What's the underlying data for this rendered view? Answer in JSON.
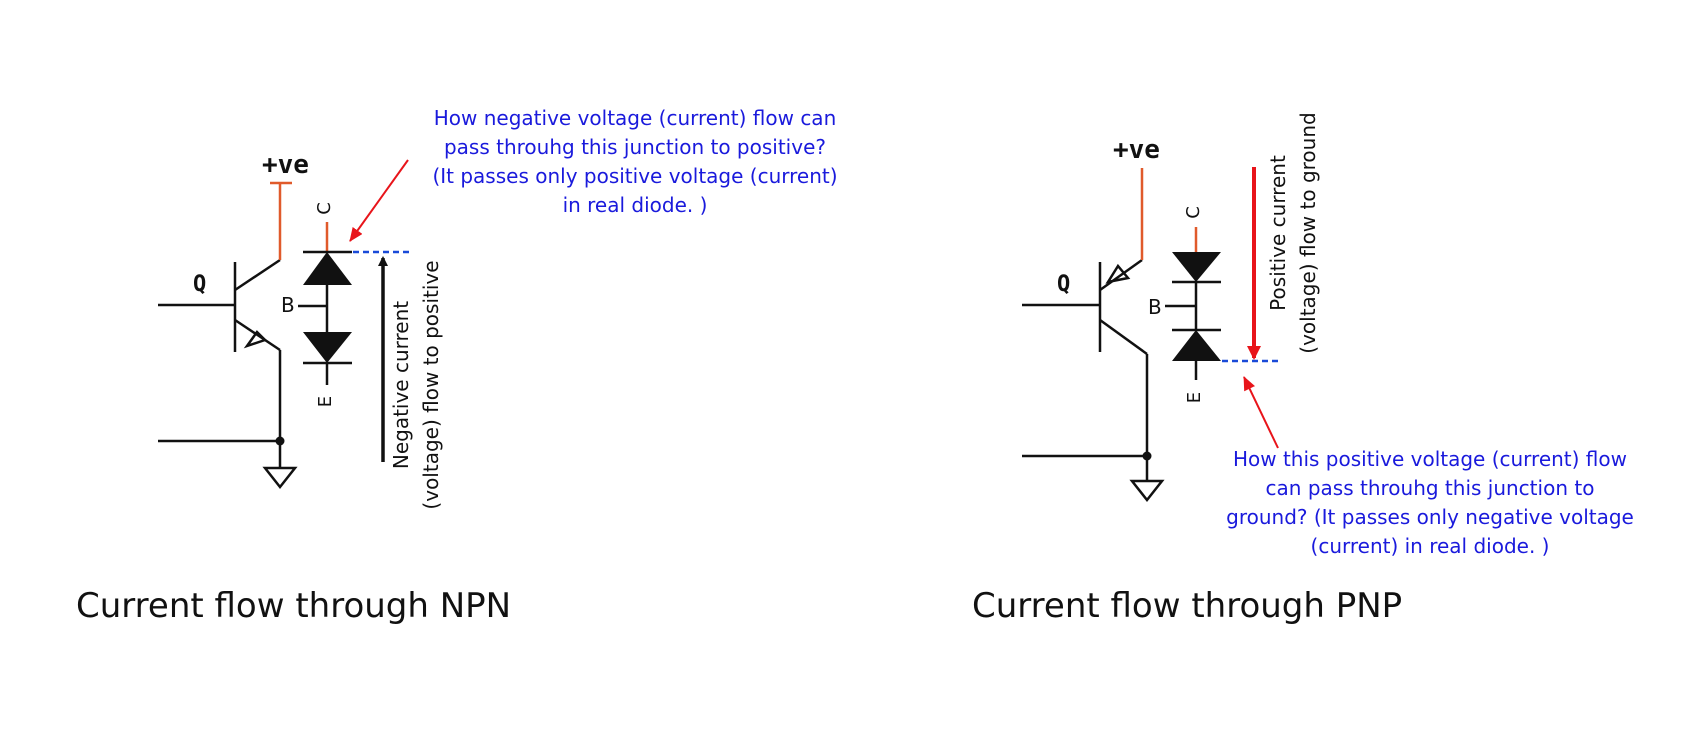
{
  "colors": {
    "wire": "#111111",
    "supply_wire": "#e05a2b",
    "note_text": "#1a1adc",
    "pointer": "#e8141a",
    "dashed_junction": "#1a4ad8",
    "caption": "#111111"
  },
  "npn": {
    "supply_label": "+ve",
    "transistor_label": "Q",
    "pin_c": "C",
    "pin_b": "B",
    "pin_e": "E",
    "note_lines": [
      "How negative voltage (current) flow can",
      "pass throuhg this junction to positive?",
      "(It passes only positive voltage (current)",
      "in real diode. )"
    ],
    "flow_label_lines": [
      "Negative current",
      "(voltage) flow to positive"
    ],
    "caption": "Current flow through NPN"
  },
  "pnp": {
    "supply_label": "+ve",
    "transistor_label": "Q",
    "pin_c": "C",
    "pin_b": "B",
    "pin_e": "E",
    "note_lines": [
      "How this positive voltage (current) flow",
      "can pass throuhg this junction to",
      "ground? (It passes only negative voltage",
      "(current) in real diode. )"
    ],
    "flow_label_lines": [
      "Positive current",
      "(voltage) flow to ground"
    ],
    "caption": "Current flow through PNP"
  }
}
